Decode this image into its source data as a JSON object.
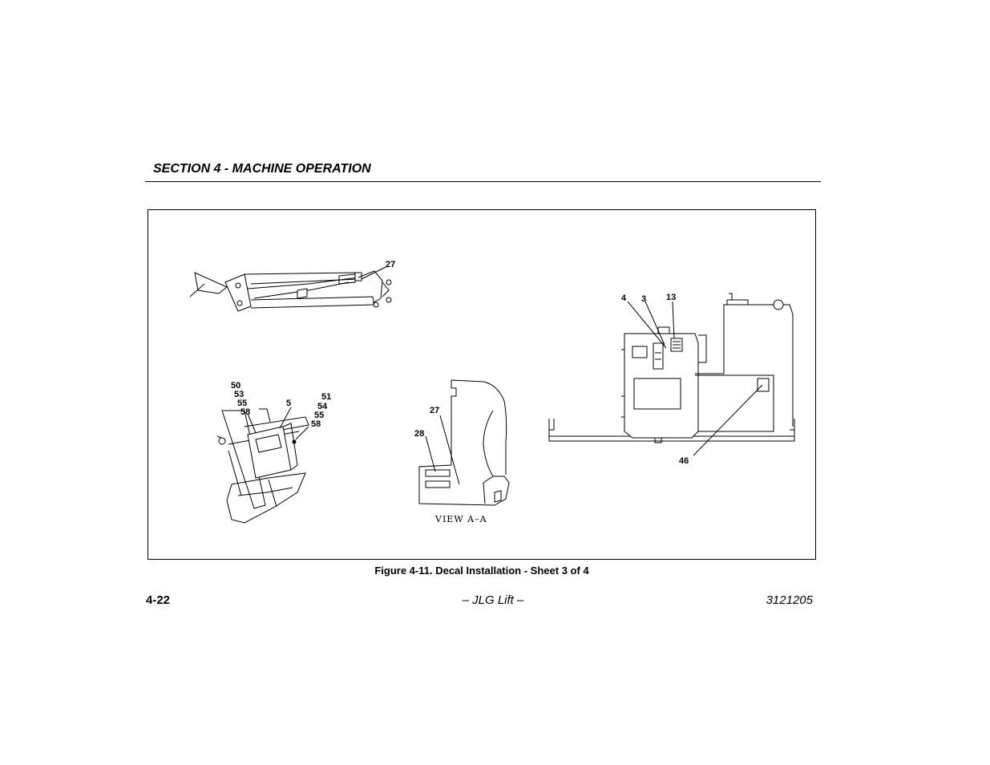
{
  "header": {
    "section_title": "SECTION 4 - MACHINE OPERATION"
  },
  "figure": {
    "caption": "Figure 4-11. Decal Installation - Sheet 3 of 4",
    "view_label": "VIEW A–A",
    "callouts": {
      "boom": [
        "27"
      ],
      "bracket_left": [
        "50",
        "53",
        "55",
        "58"
      ],
      "bracket_mid": [
        "5"
      ],
      "bracket_right": [
        "51",
        "54",
        "55",
        "58"
      ],
      "view_aa": [
        "27",
        "28"
      ],
      "chassis_top": [
        "4",
        "3",
        "13"
      ],
      "chassis_bottom": [
        "46"
      ]
    }
  },
  "footer": {
    "page_number": "4-22",
    "center_text": "– JLG Lift –",
    "doc_number": "3121205"
  }
}
